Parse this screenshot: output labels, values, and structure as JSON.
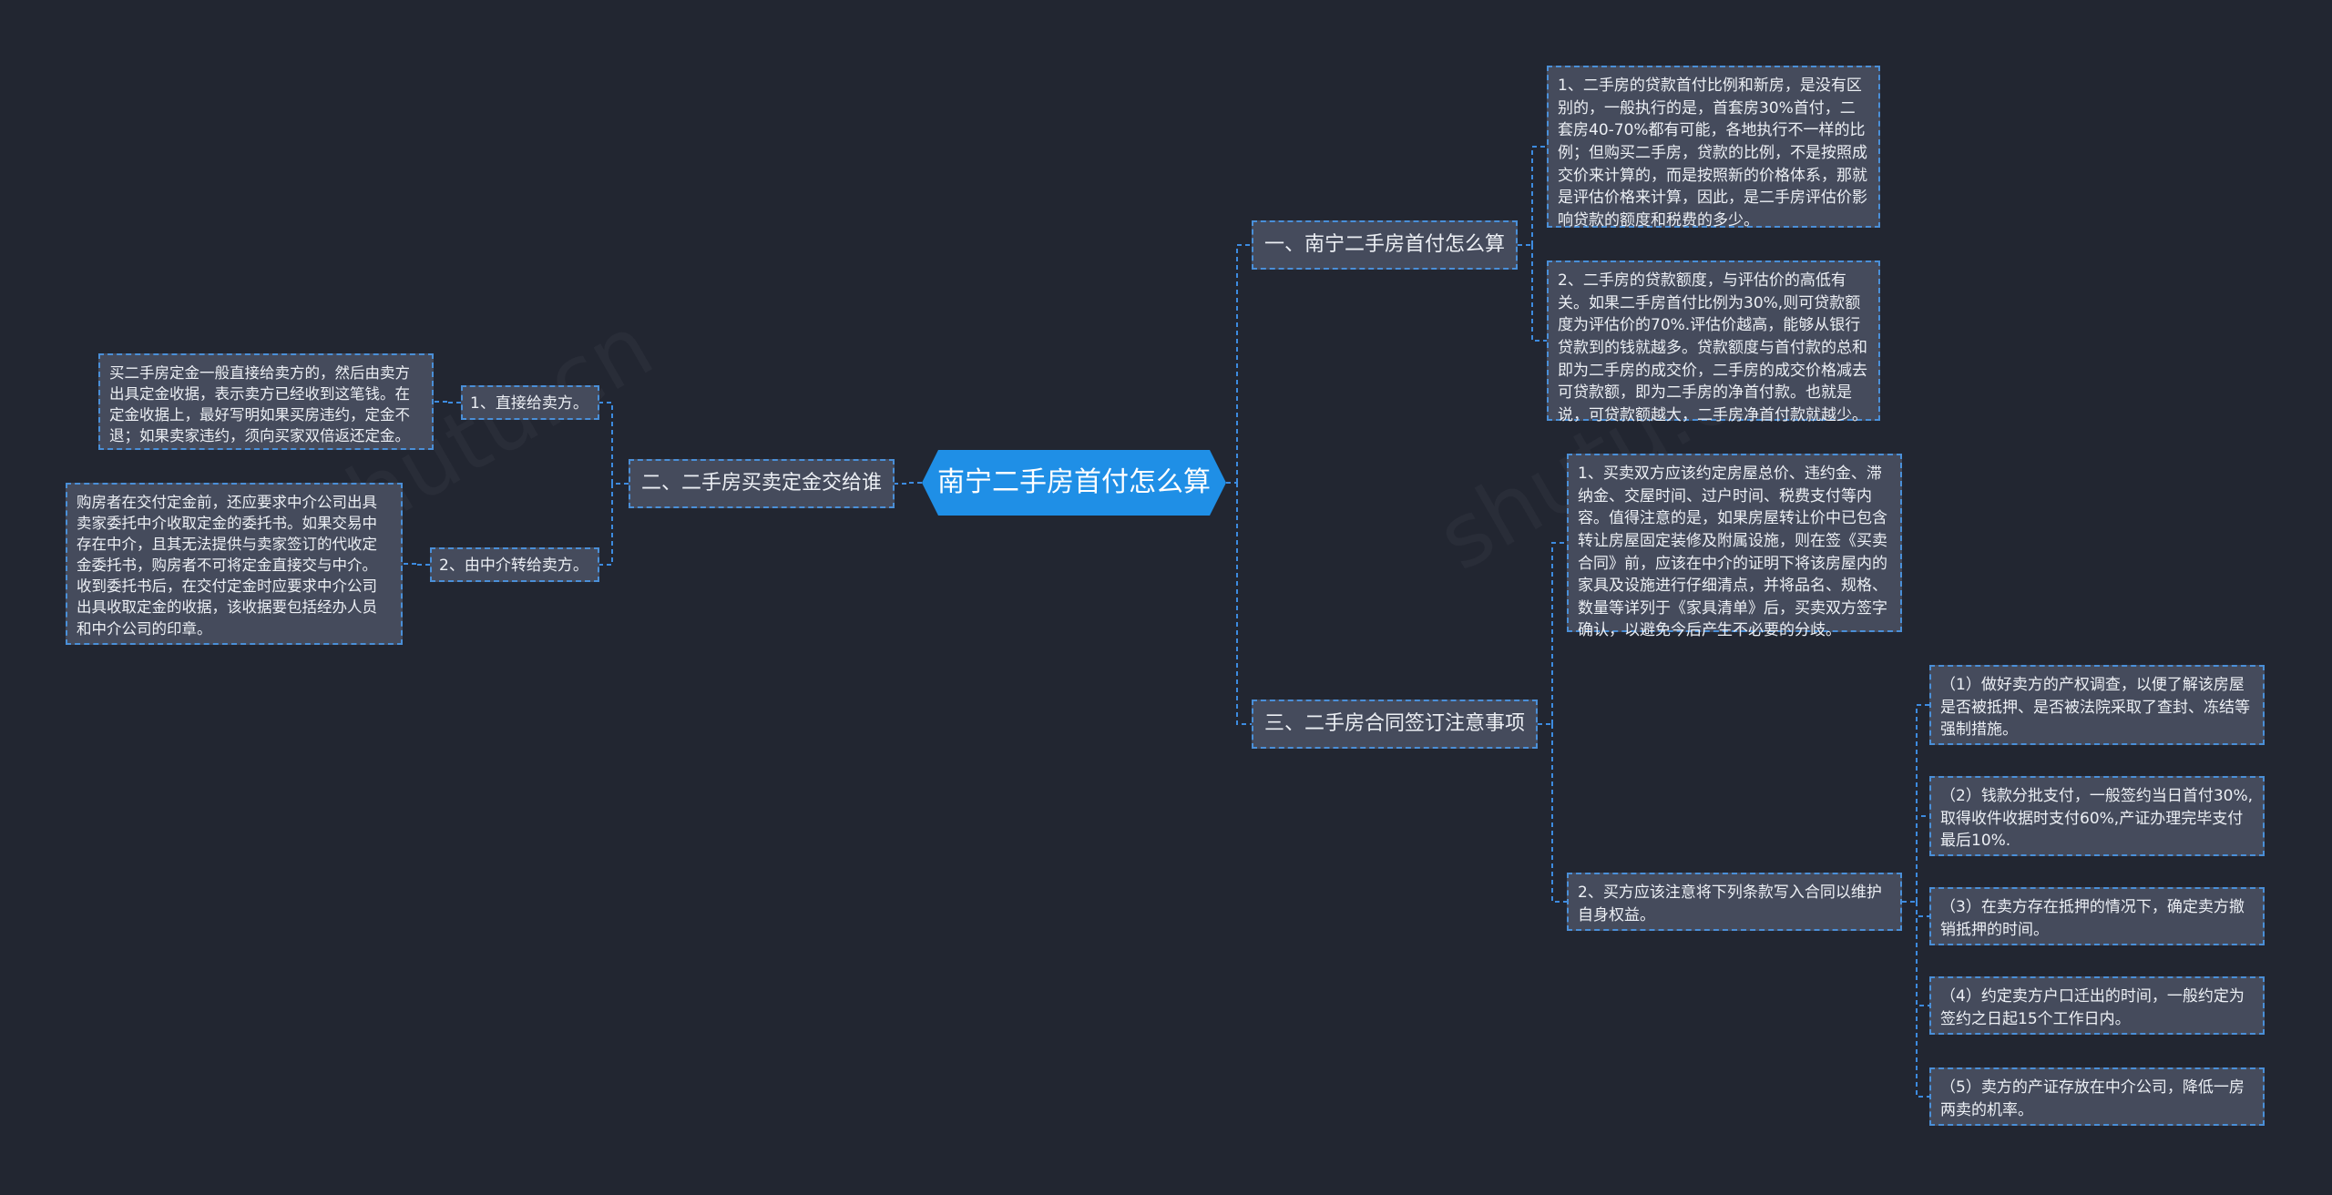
{
  "colors": {
    "background": "#222631",
    "node_fill": "#454b5c",
    "node_border": "#4a8fd8",
    "root_fill": "#1f8fe6",
    "line": "#3d8be0",
    "text": "#eceff4"
  },
  "watermark": "shutu.cn",
  "root": {
    "label": "南宁二手房首付怎么算"
  },
  "branch1": {
    "label": "一、南宁二手房首付怎么算",
    "items": [
      "1、二手房的贷款首付比例和新房，是没有区别的，一般执行的是，首套房30%首付，二套房40-70%都有可能，各地执行不一样的比例；但购买二手房，贷款的比例，不是按照成交价来计算的，而是按照新的价格体系，那就是评估价格来计算，因此，是二手房评估价影响贷款的额度和税费的多少。",
      "2、二手房的贷款额度，与评估价的高低有关。如果二手房首付比例为30%,则可贷款额度为评估价的70%.评估价越高，能够从银行贷款到的钱就越多。贷款额度与首付款的总和即为二手房的成交价，二手房的成交价格减去可贷款额，即为二手房的净首付款。也就是说，可贷款额越大，二手房净首付款就越少。"
    ]
  },
  "branch2": {
    "label": "二、二手房买卖定金交给谁",
    "items": [
      {
        "label": "1、直接给卖方。",
        "detail": "买二手房定金一般直接给卖方的，然后由卖方出具定金收据，表示卖方已经收到这笔钱。在定金收据上，最好写明如果买房违约，定金不退；如果卖家违约，须向买家双倍返还定金。"
      },
      {
        "label": "2、由中介转给卖方。",
        "detail": "购房者在交付定金前，还应要求中介公司出具卖家委托中介收取定金的委托书。如果交易中存在中介，且其无法提供与卖家签订的代收定金委托书，购房者不可将定金直接交与中介。收到委托书后，在交付定金时应要求中介公司出具收取定金的收据，该收据要包括经办人员和中介公司的印章。"
      }
    ]
  },
  "branch3": {
    "label": "三、二手房合同签订注意事项",
    "item1": "1、买卖双方应该约定房屋总价、违约金、滞纳金、交屋时间、过户时间、税费支付等内容。值得注意的是，如果房屋转让价中已包含转让房屋固定装修及附属设施，则在签《买卖合同》前，应该在中介的证明下将该房屋内的家具及设施进行仔细清点，并将品名、规格、数量等详列于《家具清单》后，买卖双方签字确认，以避免今后产生不必要的分歧。",
    "item2": {
      "label": "2、买方应该注意将下列条款写入合同以维护自身权益。",
      "subs": [
        "（1）做好卖方的产权调查，以便了解该房屋是否被抵押、是否被法院采取了查封、冻结等强制措施。",
        "（2）钱款分批支付，一般签约当日首付30%,取得收件收据时支付60%,产证办理完毕支付最后10%.",
        "（3）在卖方存在抵押的情况下，确定卖方撤销抵押的时间。",
        "（4）约定卖方户口迁出的时间，一般约定为签约之日起15个工作日内。",
        "（5）卖方的产证存放在中介公司，降低一房两卖的机率。"
      ]
    }
  }
}
